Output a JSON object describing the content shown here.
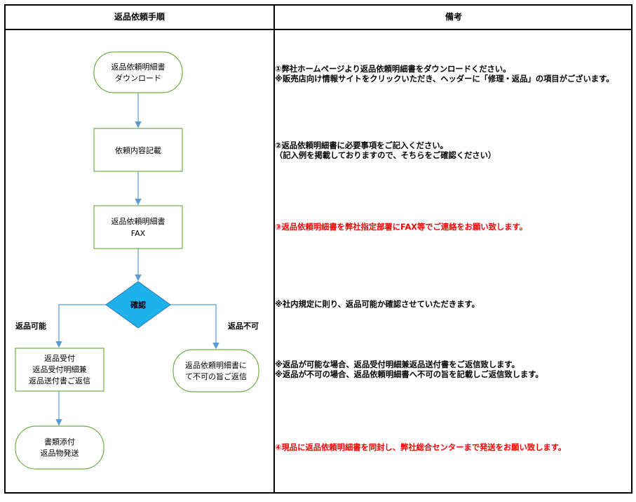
{
  "header": {
    "left": "返品依頼手順",
    "right": "備考"
  },
  "flow": {
    "step1": [
      "返品依頼明細書",
      "ダウンロード"
    ],
    "step2": [
      "依頼内容記載"
    ],
    "step3": [
      "返品依頼明細書",
      "FAX"
    ],
    "decision": "確認",
    "branch_yes_label": "返品可能",
    "branch_no_label": "返品不可",
    "yes_box": [
      "返品受付",
      "返品受付明細兼",
      "返品送付書ご返信"
    ],
    "no_box": [
      "返品依頼明細書に",
      "て不可の旨ご返信"
    ],
    "final_box": [
      "書類添付",
      "返品物発送"
    ]
  },
  "notes": {
    "n1": [
      "①弊社ホームページより返品依頼明細書をダウンロードください。",
      "※販売店向け情報サイトをクリックいただき、ヘッダーに「修理・返品」の項目がございます。"
    ],
    "n2": [
      "②返品依頼明細書に必要事項をご記入ください。",
      "（記入例を掲載しておりますので、そちらをご確認ください）"
    ],
    "n3": [
      "③返品依頼明細書を弊社指定部署にFAX等でご連絡をお願い致します。"
    ],
    "n4": [
      "※社内規定に則り、返品可能か確認させていただきます。"
    ],
    "n5": [
      "※返品が可能な場合、返品受付明細兼返品送付書をご返信致します。",
      "※返品が不可の場合、返品依頼明細書へ不可の旨を記載しご返信致します。"
    ],
    "n6": [
      "④現品に返品依頼明細書を同封し、弊社総合センターまで発送をお願い致します。"
    ]
  },
  "colors": {
    "node_border": "#70ad47",
    "arrow": "#5b9bd5",
    "decision_fill": "#1fb1ea",
    "red_text": "#ff0000"
  }
}
